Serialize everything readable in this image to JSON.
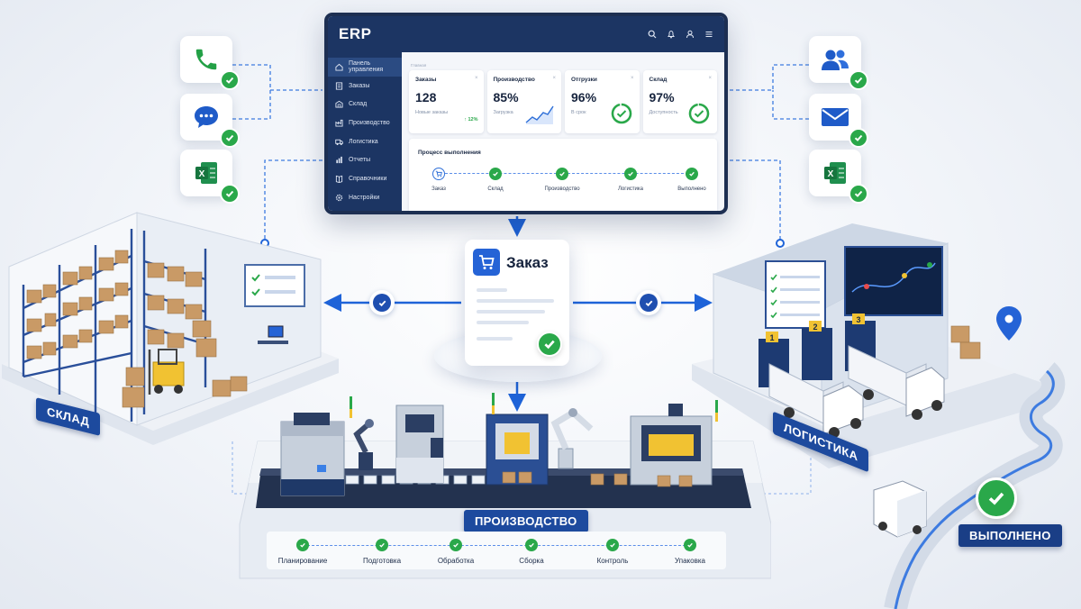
{
  "app": {
    "title": "ERP",
    "crumb": "Главная"
  },
  "topbar_icons": [
    "search-icon",
    "bell-icon",
    "user-icon",
    "menu-icon"
  ],
  "sidebar": {
    "items": [
      {
        "label": "Панель управления",
        "icon": "home-icon",
        "active": true
      },
      {
        "label": "Заказы",
        "icon": "orders-icon"
      },
      {
        "label": "Склад",
        "icon": "warehouse-icon"
      },
      {
        "label": "Производство",
        "icon": "factory-icon"
      },
      {
        "label": "Логистика",
        "icon": "truck-icon"
      },
      {
        "label": "Отчеты",
        "icon": "chart-icon"
      },
      {
        "label": "Справочники",
        "icon": "book-icon"
      },
      {
        "label": "Настройки",
        "icon": "gear-icon"
      }
    ]
  },
  "kpis": [
    {
      "title": "Заказы",
      "value": "128",
      "sub": "Новые заказы",
      "delta": "↑ 12%"
    },
    {
      "title": "Производство",
      "value": "85%",
      "sub": "Загрузка",
      "fraction": 0.85
    },
    {
      "title": "Отгрузки",
      "value": "96%",
      "sub": "В срок",
      "fraction": 0.96
    },
    {
      "title": "Склад",
      "value": "97%",
      "sub": "Доступность",
      "fraction": 0.97
    }
  ],
  "process": {
    "title": "Процесс выполнения",
    "steps": [
      "Заказ",
      "Склад",
      "Производство",
      "Логистика",
      "Выполнено"
    ]
  },
  "order_card": {
    "title": "Заказ"
  },
  "channels_left": [
    {
      "name": "phone-icon"
    },
    {
      "name": "chat-icon"
    },
    {
      "name": "excel-icon",
      "letter": "X"
    }
  ],
  "channels_right": [
    {
      "name": "users-icon"
    },
    {
      "name": "mail-icon"
    },
    {
      "name": "excel-icon",
      "letter": "X"
    }
  ],
  "sections": {
    "warehouse": "СКЛАД",
    "production": "ПРОИЗВОДСТВО",
    "logistics": "ЛОГИСТИКА",
    "done": "ВЫПОЛНЕНО"
  },
  "dock_numbers": [
    "1",
    "2",
    "3"
  ],
  "production_steps": [
    "Планирование",
    "Подготовка",
    "Обработка",
    "Сборка",
    "Контроль",
    "Упаковка"
  ],
  "colors": {
    "navy": "#1c3563",
    "accent": "#2563d6",
    "success": "#2aa84a",
    "label_bg": "#1d4a9e"
  }
}
